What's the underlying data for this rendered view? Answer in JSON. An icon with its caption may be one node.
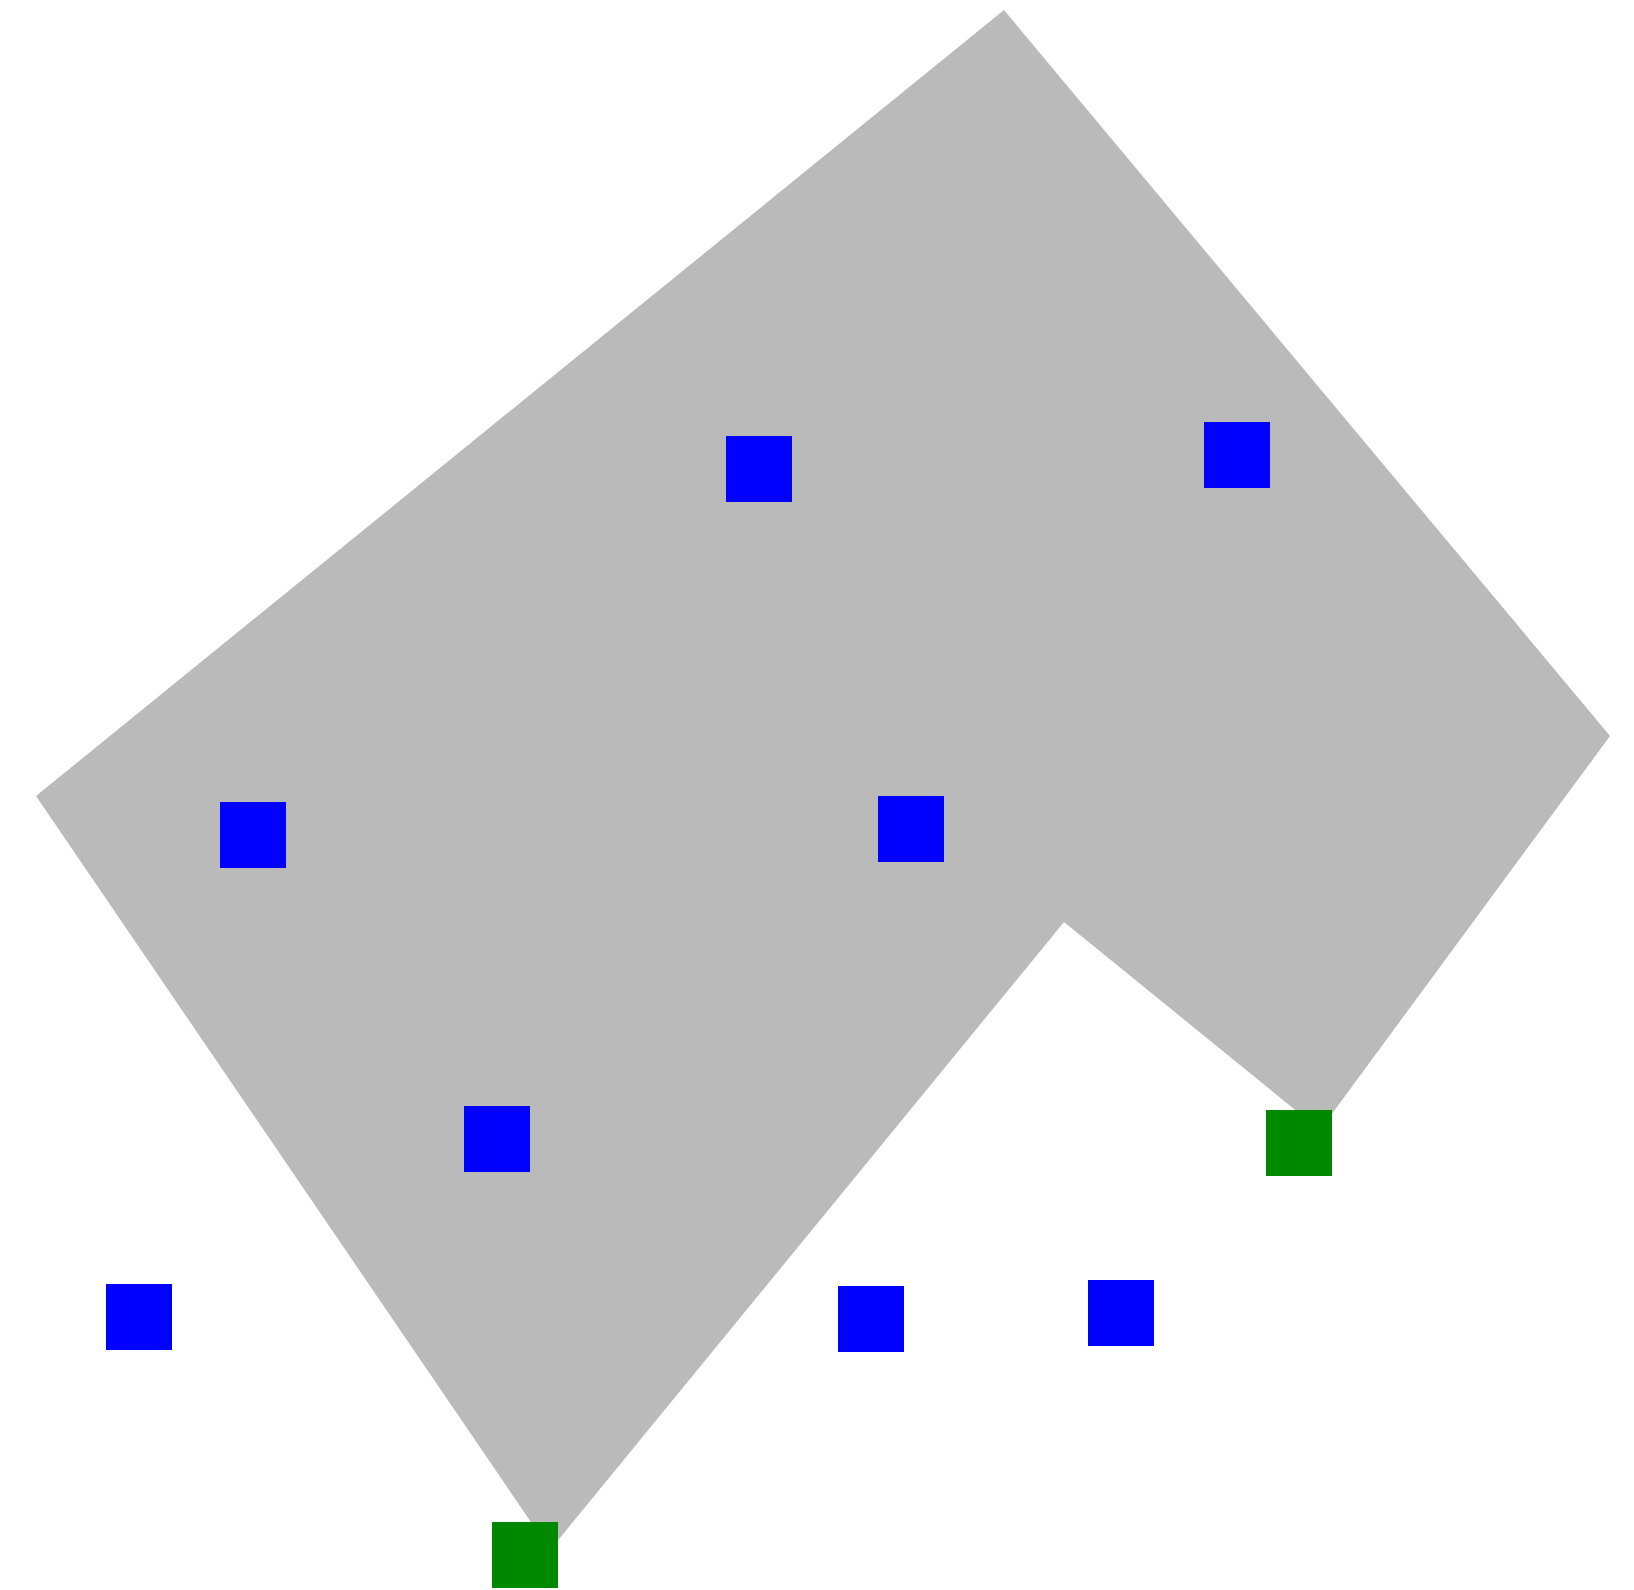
{
  "diagram": {
    "nodes": [
      {
        "text": [],
        "shape": "polygon"
      },
      {
        "text": [],
        "shape": "box",
        "in": 0
      },
      {
        "text": [],
        "shape": "box",
        "in": 0
      },
      {
        "text": [],
        "shape": "box",
        "in": 0
      },
      {
        "text": [],
        "shape": "box",
        "in": 0
      },
      {
        "text": [],
        "shape": "box",
        "in": 0
      },
      {
        "text": [],
        "shape": "box"
      },
      {
        "text": [],
        "shape": "box"
      },
      {
        "text": [],
        "shape": "box"
      },
      {
        "text": [],
        "shape": "box"
      },
      {
        "text": [],
        "shape": "box"
      }
    ]
  }
}
